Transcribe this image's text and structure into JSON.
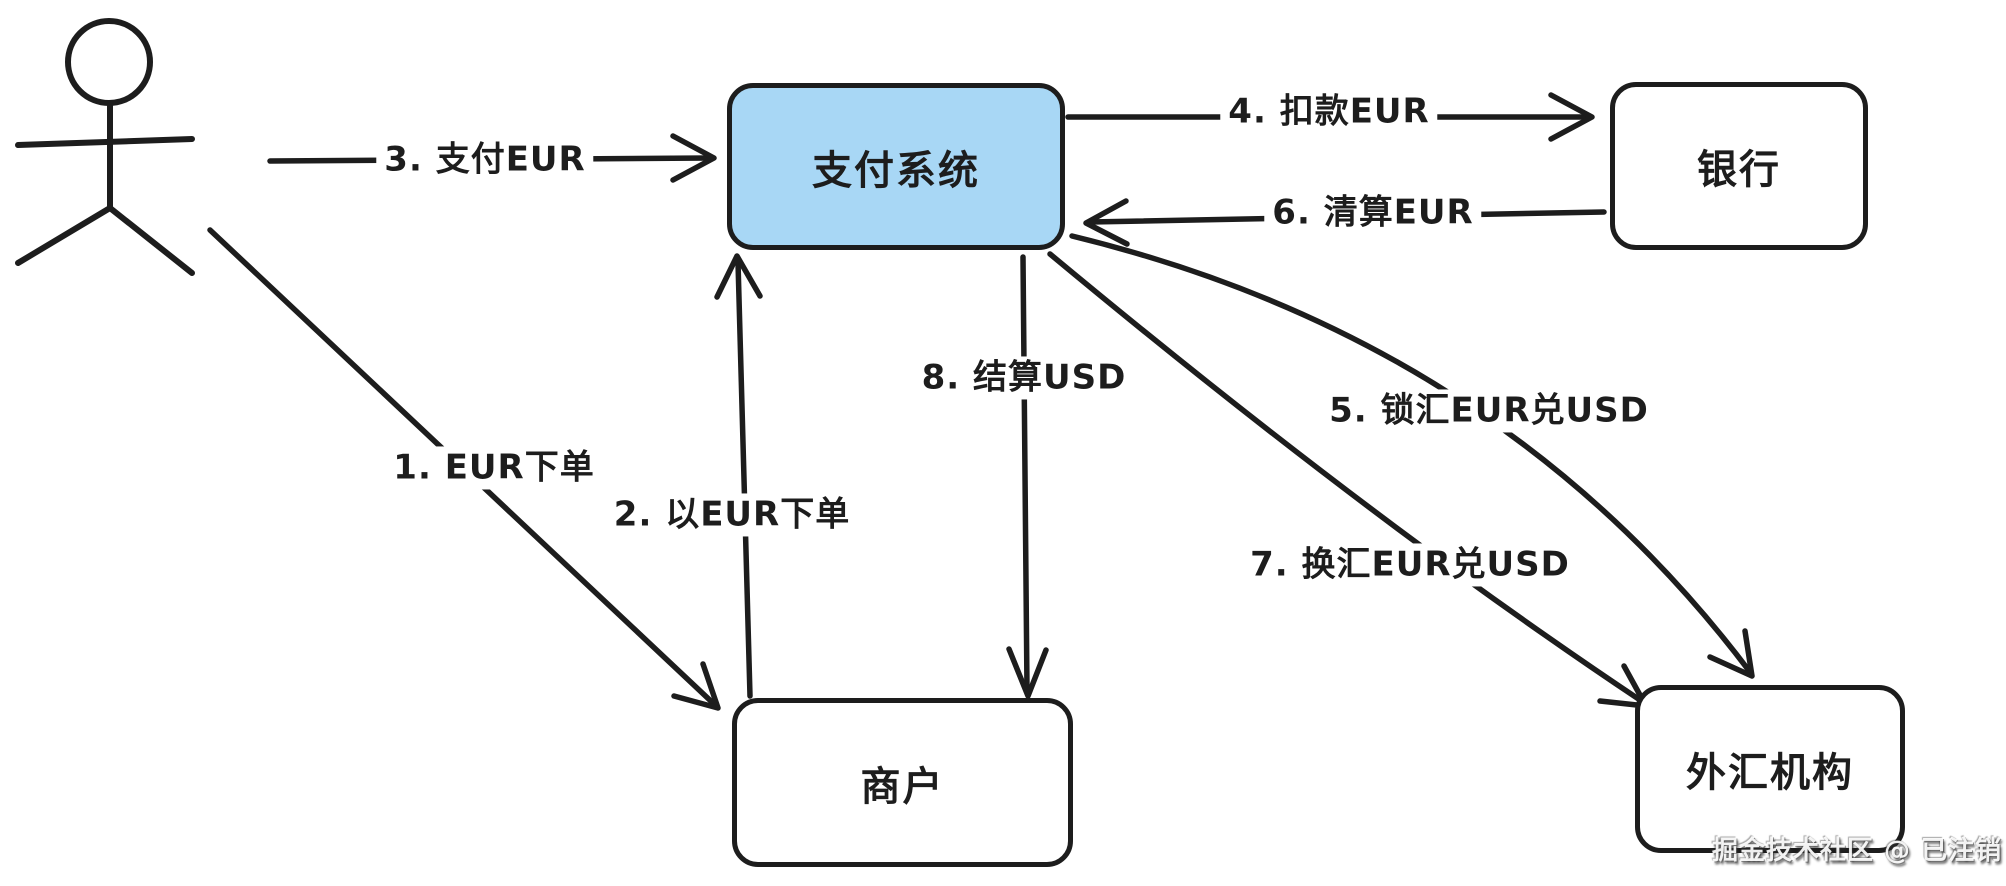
{
  "diagram": {
    "title": "",
    "colors": {
      "ink": "#1d1d1d",
      "highlight_node_fill": "#a8d7f5",
      "default_node_fill": "#ffffff",
      "background": "#ffffff"
    },
    "actor": {
      "type": "stick-figure-person",
      "label": ""
    },
    "nodes": {
      "payment": {
        "label": "支付系统",
        "fill": "#a8d7f5"
      },
      "bank": {
        "label": "银行",
        "fill": "#ffffff"
      },
      "merchant": {
        "label": "商户",
        "fill": "#ffffff"
      },
      "fx": {
        "label": "外汇机构",
        "fill": "#ffffff"
      }
    },
    "edges": {
      "e1": {
        "label": "1. EUR下单",
        "from": "user",
        "to": "merchant"
      },
      "e2": {
        "label": "2. 以EUR下单",
        "from": "merchant",
        "to": "payment"
      },
      "e3": {
        "label": "3. 支付EUR",
        "from": "user",
        "to": "payment"
      },
      "e4": {
        "label": "4. 扣款EUR",
        "from": "payment",
        "to": "bank"
      },
      "e5": {
        "label": "5. 锁汇EUR兑USD",
        "from": "payment",
        "to": "fx"
      },
      "e6": {
        "label": "6. 清算EUR",
        "from": "bank",
        "to": "payment"
      },
      "e7": {
        "label": "7. 换汇EUR兑USD",
        "from": "payment",
        "to": "fx"
      },
      "e8": {
        "label": "8. 结算USD",
        "from": "payment",
        "to": "merchant"
      }
    },
    "watermark": "掘金技术社区 @ 已注销"
  }
}
